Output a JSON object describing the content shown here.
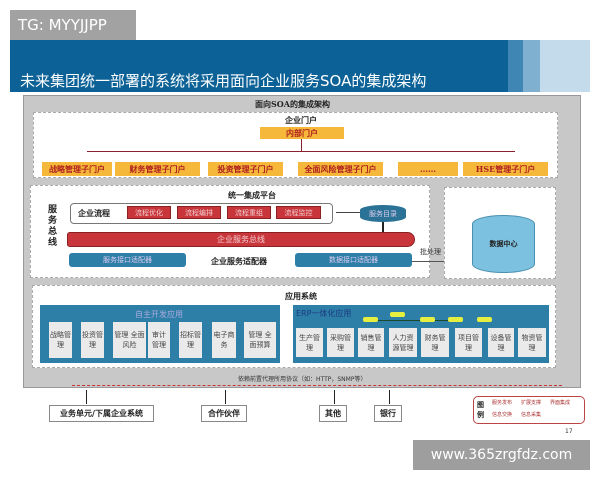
{
  "watermark_top": "TG: MYYJJPP",
  "slide_title": "未来集团统一部署的系统将采用面向企业服务SOA的集成架构",
  "frame_title": "面向SOA的集成架构",
  "portal": {
    "title": "企业门户",
    "inner": "内部门户",
    "subs": [
      "战略管理子门户",
      "财务管理子门户",
      "投资管理子门户",
      "全面风险管理子门户",
      "……",
      "HSE管理子门户"
    ]
  },
  "platform": {
    "title": "统一集成平台",
    "bus_side": "服务总线",
    "process_label": "企业流程",
    "process_items": [
      "流程优化",
      "流程编排",
      "流程重组",
      "流程监控"
    ],
    "catalog": "服务目录",
    "bus": "企业服务总线",
    "adapter_service": "服务接口适配器",
    "adapter_label": "企业服务适配器",
    "adapter_data": "数据接口适配器",
    "batch": "批处理",
    "data_center": "数据中心"
  },
  "apps": {
    "title": "应用系统",
    "self_title": "自主开发应用",
    "self_items": [
      "战略管理",
      "投资管理",
      "管理 全面风险",
      "审计管理",
      "招标管理",
      "电子商务",
      "管理 全面预算"
    ],
    "erp_title": "ERP一体化应用",
    "erp_items": [
      "生产管理",
      "采购管理",
      "销售管理",
      "人力资源管理",
      "财务管理",
      "项目管理",
      "设备管理",
      "物资管理"
    ]
  },
  "protocol": "依赖前置代理所用协议（如：HTTP，SNMP等）",
  "externals": [
    "业务单元/下属企业系统",
    "合作伙伴",
    "其他",
    "银行"
  ],
  "legend": {
    "title": "图例",
    "items": [
      "服务发布",
      "扩展支撑",
      "界面集成",
      "信息交换",
      "信息采集"
    ]
  },
  "page_number": "17",
  "watermark_bottom": "www.365zrgfdz.com",
  "colors": {
    "banner": "#0c6297",
    "portal": "#f6b83a",
    "bus": "#c8353b",
    "app_box": "#2e7fa8"
  }
}
